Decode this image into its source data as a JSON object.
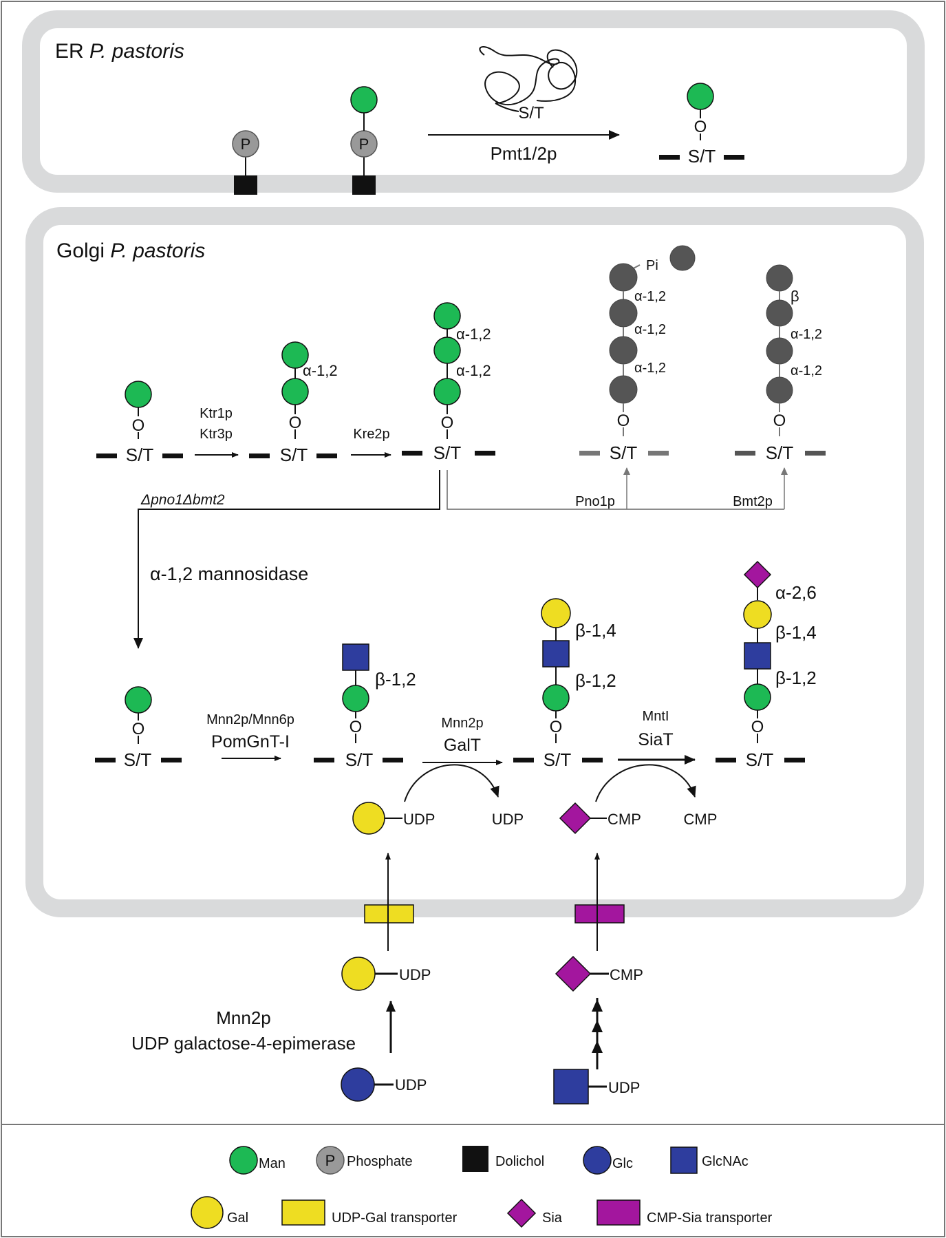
{
  "compartments": {
    "er_title_prefix": "ER ",
    "er_title_species": "P. pastoris",
    "golgi_title_prefix": "Golgi ",
    "golgi_title_species": "P. pastoris"
  },
  "glyph_text": {
    "phosphate_letter": "P",
    "linker_o": "O",
    "site": "S/T",
    "phospho_link": "Pi",
    "udp": "UDP",
    "cmp": "CMP"
  },
  "er": {
    "protein_label": "S/T",
    "enzyme": "Pmt1/2p"
  },
  "golgi_top": {
    "enzyme_ktr1": "Ktr1p",
    "enzyme_ktr3": "Ktr3p",
    "enzyme_kre2": "Kre2p",
    "link_a12": "α-1,2",
    "link_beta": "β",
    "enzyme_pno1": "Pno1p",
    "enzyme_bmt2": "Bmt2p",
    "knockout": "Δpno1Δbmt2",
    "mannosidase": "α-1,2 mannosidase"
  },
  "golgi_bottom": {
    "enzyme1_top": "Mnn2p/Mnn6p",
    "enzyme1_bottom": "PomGnT-I",
    "enzyme2_top": "Mnn2p",
    "enzyme2_bottom": "GalT",
    "enzyme3_top": "MntI",
    "enzyme3_bottom": "SiaT",
    "link_b12": "β-1,2",
    "link_b14": "β-1,4",
    "link_a26": "α-2,6"
  },
  "cytosol": {
    "epimerase_line1": "Mnn2p",
    "epimerase_line2": "UDP galactose-4-epimerase"
  },
  "legend": {
    "man": "Man",
    "phosphate": "Phosphate",
    "dolichol": "Dolichol",
    "glc": "Glc",
    "glcnac": "GlcNAc",
    "gal": "Gal",
    "udp_gal_transporter": "UDP-Gal transporter",
    "sia": "Sia",
    "cmp_sia_transporter": "CMP-Sia transporter"
  },
  "colors": {
    "man": "#1db954",
    "gal": "#eedd22",
    "glc": "#2e3d9e",
    "glcnac": "#2e3d9e",
    "sia": "#a3169e",
    "phosphate": "#999999",
    "dolichol": "#111111",
    "membrane": "#d9dadb",
    "branch_gray": "#555555",
    "branch_text": "#777777"
  }
}
